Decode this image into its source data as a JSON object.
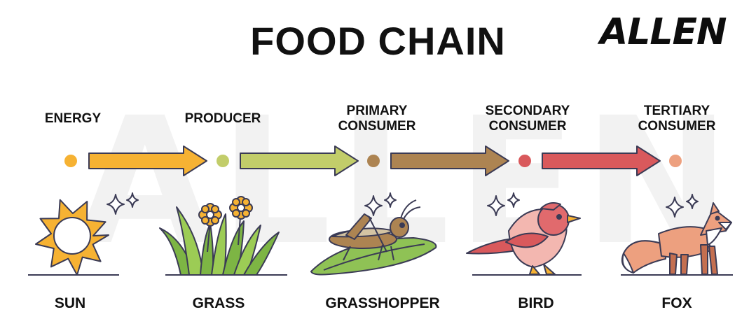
{
  "title": "FOOD CHAIN",
  "brand": "ALLEN",
  "watermark": "ALLEN",
  "stages": [
    {
      "label": "ENERGY",
      "label_lines": [
        "ENERGY"
      ],
      "name": "SUN",
      "color": "#f6b233",
      "icon": "sun-icon"
    },
    {
      "label": "PRODUCER",
      "label_lines": [
        "PRODUCER"
      ],
      "name": "GRASS",
      "color": "#c2cd6a",
      "icon": "grass-icon"
    },
    {
      "label": "PRIMARY CONSUMER",
      "label_lines": [
        "PRIMARY",
        "CONSUMER"
      ],
      "name": "GRASSHOPPER",
      "color": "#ad8452",
      "icon": "grasshopper-icon"
    },
    {
      "label": "SECONDARY CONSUMER",
      "label_lines": [
        "SECONDARY",
        "CONSUMER"
      ],
      "name": "BIRD",
      "color": "#d9595c",
      "icon": "bird-icon"
    },
    {
      "label": "TERTIARY CONSUMER",
      "label_lines": [
        "TERTIARY",
        "CONSUMER"
      ],
      "name": "FOX",
      "color": "#eda07f",
      "icon": "fox-icon"
    }
  ],
  "arrows": [
    {
      "from": "ENERGY",
      "to": "PRODUCER",
      "color": "#f6b233"
    },
    {
      "from": "PRODUCER",
      "to": "PRIMARY CONSUMER",
      "color": "#c2cd6a"
    },
    {
      "from": "PRIMARY CONSUMER",
      "to": "SECONDARY CONSUMER",
      "color": "#ad8452"
    },
    {
      "from": "SECONDARY CONSUMER",
      "to": "TERTIARY CONSUMER",
      "color": "#d9595c"
    }
  ],
  "colors": {
    "outline": "#3b3b55",
    "title": "#111111",
    "watermark": "#f2f2f2"
  }
}
